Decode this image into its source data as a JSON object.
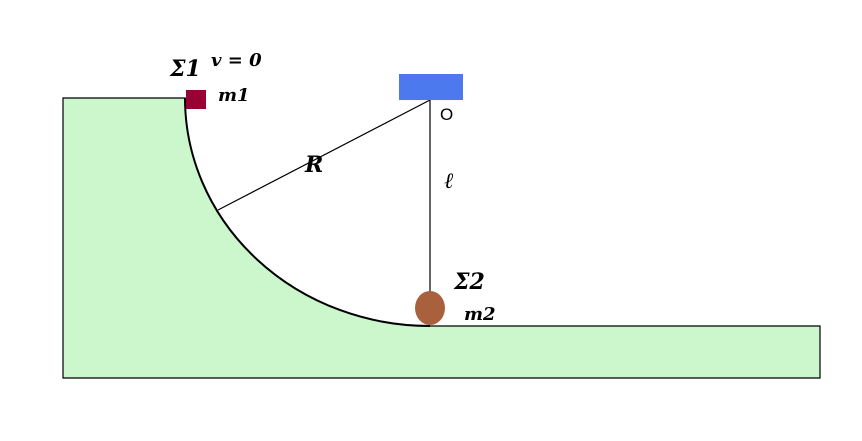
{
  "labels": {
    "sigma1": "Σ1",
    "v0": "v = 0",
    "m1": "m1",
    "O": "O",
    "R": "R",
    "ell": "ℓ",
    "sigma2": "Σ2",
    "m2": "m2"
  },
  "colors": {
    "ground_fill": "#ccf7cc",
    "outline": "#000000",
    "block_m1": "#990033",
    "support": "#4d79ee",
    "ball_m2": "#a9603c",
    "background": "#ffffff"
  }
}
